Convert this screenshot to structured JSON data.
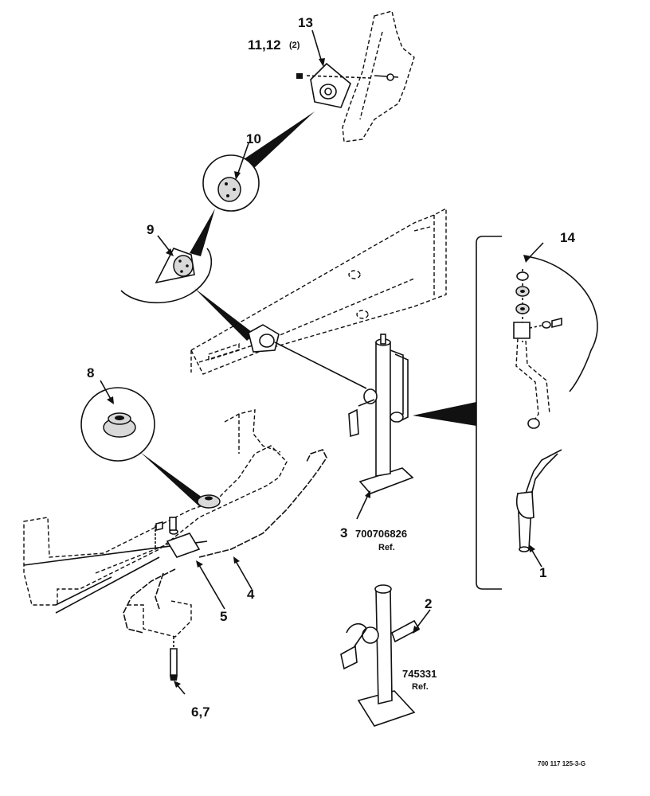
{
  "callouts": {
    "c1": "1",
    "c2": "2",
    "c3": "3",
    "c4": "4",
    "c5": "5",
    "c6_7": "6,7",
    "c8": "8",
    "c9": "9",
    "c10": "10",
    "c11_12": "11,12",
    "c11_12_qty": "(2)",
    "c13": "13",
    "c14": "14"
  },
  "refs": {
    "jack_a_number": "700706826",
    "jack_a_ref": "Ref.",
    "jack_b_number": "745331",
    "jack_b_ref": "Ref."
  },
  "figure_id": "700 117 125-3-G"
}
